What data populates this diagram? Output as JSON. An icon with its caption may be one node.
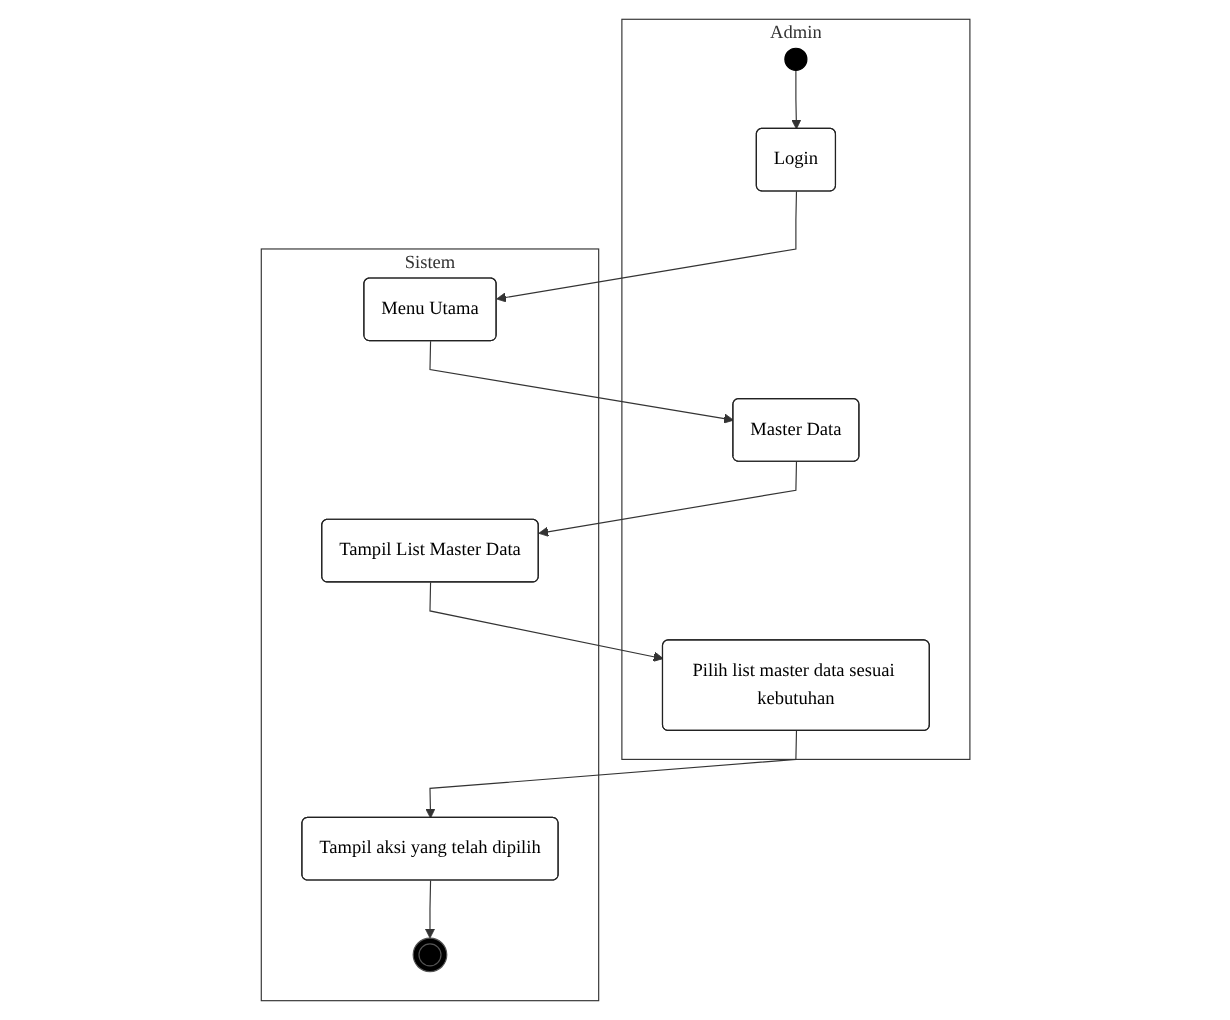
{
  "diagram": {
    "nodes": [
      {
        "text": [
          "Admin"
        ]
      },
      {
        "text": [],
        "shape": "circle",
        "in": 0
      },
      {
        "text": [
          "Login"
        ],
        "in": 0
      },
      {
        "text": [
          "Master Data"
        ],
        "in": 0
      },
      {
        "text": [
          "Pilih list master data sesuai kebutuhan"
        ],
        "in": 0
      },
      {
        "text": [
          "Sistem"
        ]
      },
      {
        "text": [
          "Menu Utama"
        ],
        "in": 5
      },
      {
        "text": [
          "Tampil List Master Data"
        ],
        "in": 5
      },
      {
        "text": [
          "Tampil aksi yang telah dipilih"
        ],
        "in": 5
      },
      {
        "text": [],
        "shape": "circle",
        "in": 5
      }
    ],
    "edges": [
      {
        "from": 1,
        "to": 2,
        "arrow": "to"
      },
      {
        "from": 2,
        "to": 6,
        "arrow": "to"
      },
      {
        "from": 6,
        "to": 3,
        "arrow": "to"
      },
      {
        "from": 3,
        "to": 7,
        "arrow": "to"
      },
      {
        "from": 7,
        "to": 4,
        "arrow": "to"
      },
      {
        "from": 4,
        "to": 8,
        "arrow": "to"
      },
      {
        "from": 8,
        "to": 9,
        "arrow": "to"
      }
    ]
  }
}
